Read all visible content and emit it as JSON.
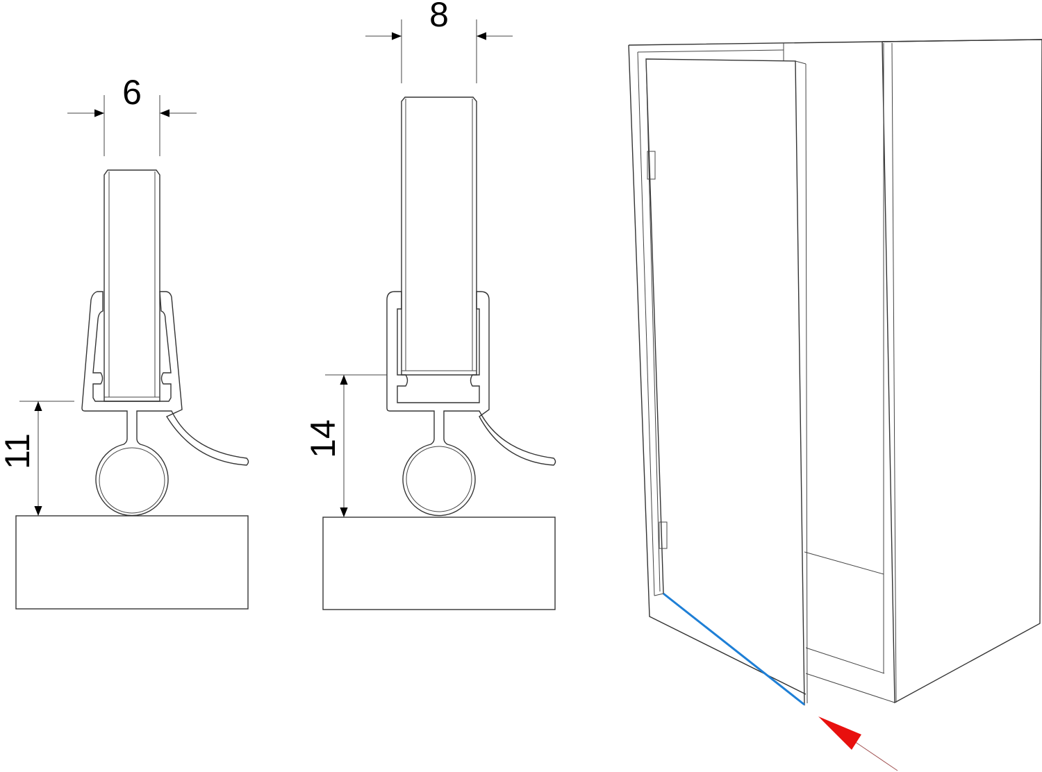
{
  "dimensions": {
    "glass_width_a": "6",
    "glass_width_b": "8",
    "height_a": "11",
    "height_b": "14"
  },
  "colors": {
    "highlight_edge": "#1e7fd6",
    "arrow": "#e8100e",
    "lines": "#333333"
  }
}
